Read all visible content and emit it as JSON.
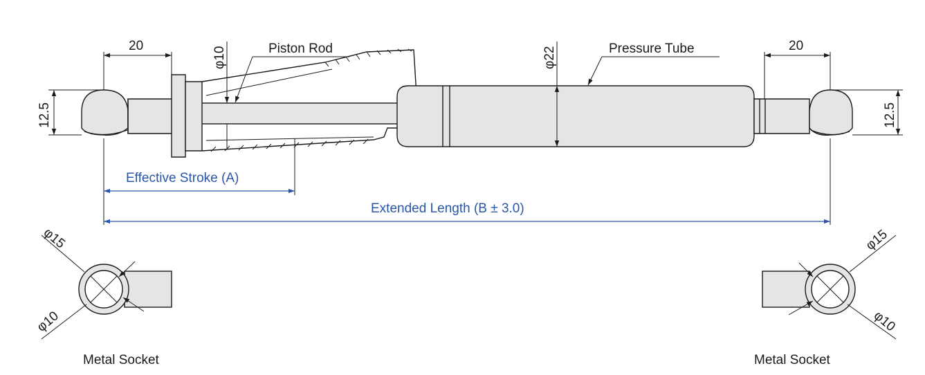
{
  "labels": {
    "piston_rod": "Piston Rod",
    "pressure_tube": "Pressure Tube",
    "effective_stroke": "Effective Stroke (A)",
    "extended_length": "Extended Length (B ± 3.0)",
    "metal_socket_left": "Metal Socket",
    "metal_socket_right": "Metal Socket"
  },
  "dimensions": {
    "end_length_left": "20",
    "end_length_right": "20",
    "end_height_left": "12.5",
    "end_height_right": "12.5",
    "rod_diameter": "φ10",
    "tube_diameter": "φ22",
    "socket_outer_left": "φ15",
    "socket_inner_left": "φ10",
    "socket_outer_right": "φ15",
    "socket_inner_right": "φ10"
  },
  "colors": {
    "line": "#1a1a1a",
    "body_fill": "#e5e5e5",
    "dimension_blue": "#2b55a8"
  }
}
